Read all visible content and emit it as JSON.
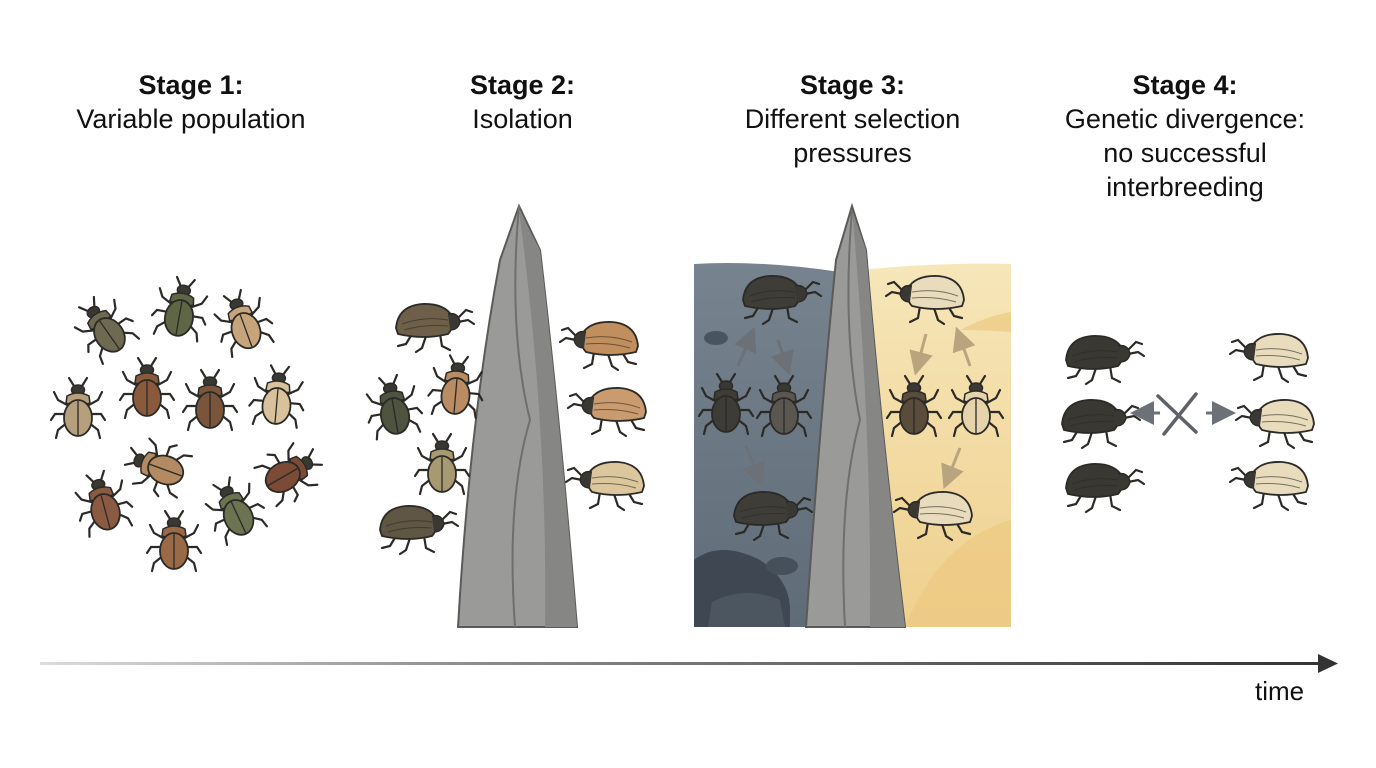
{
  "stages": [
    {
      "heading": "Stage 1:",
      "lines": [
        "Variable population"
      ]
    },
    {
      "heading": "Stage 2:",
      "lines": [
        "Isolation"
      ]
    },
    {
      "heading": "Stage 3:",
      "lines": [
        "Different selection",
        "pressures"
      ]
    },
    {
      "heading": "Stage 4:",
      "lines": [
        "Genetic divergence:",
        "no successful",
        "interbreeding"
      ]
    }
  ],
  "axis": {
    "label": "time"
  },
  "colors": {
    "dark_beetle": "#3f3d38",
    "light_beetle": "#e9dcbc",
    "rock": "#9a9a98",
    "dark_habitat": "#6e7c89",
    "sand_habitat": "#f2dca6",
    "arrow": "#6c7077"
  }
}
